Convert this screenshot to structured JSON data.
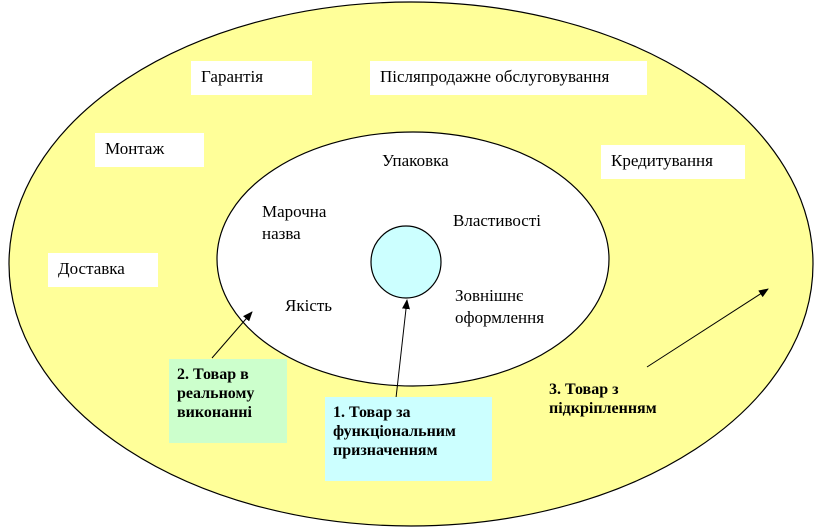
{
  "colors": {
    "outer_ring": "#ffff99",
    "middle_ring": "#ffffff",
    "core": "#ccffff",
    "green_box": "#ccffcc",
    "cyan_box": "#ccffff",
    "outline": "#000000"
  },
  "outer": {
    "guarantee": "Гарантія",
    "after_sales": "Післяпродажне обслуговування",
    "installation": "Монтаж",
    "credit": "Кредитування",
    "delivery": "Доставка"
  },
  "middle": {
    "packaging": "Упаковка",
    "brand_line1": "Марочна",
    "brand_line2": "назва",
    "properties": "Властивості",
    "quality": "Якість",
    "design_line1": "Зовнішнє",
    "design_line2": "оформлення"
  },
  "callouts": {
    "real": {
      "line1": "2.  Товар в",
      "line2": "реальному",
      "line3": "виконанні"
    },
    "functional": {
      "line1": "1.  Товар  за",
      "line2": "функціональним",
      "line3": "призначенням"
    },
    "augmented": {
      "line1": "3.  Товар з",
      "line2": "підкріпленням"
    }
  }
}
